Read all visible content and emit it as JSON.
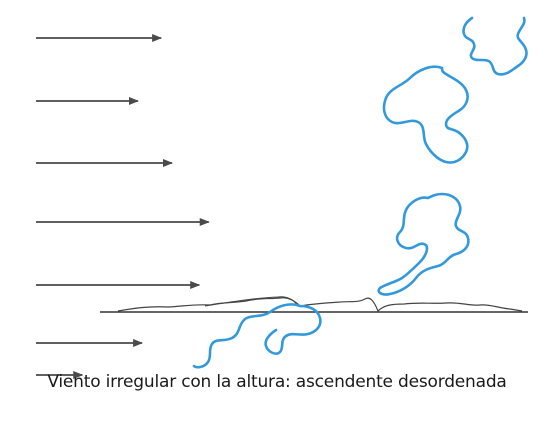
{
  "caption": "Viento irregular con la altura: ascendente desordenada",
  "colors": {
    "arrow": "#4a4a4a",
    "ground": "#333333",
    "terrain": "#444444",
    "turbulence": "#3399dd",
    "caption": "#1a1a1a"
  },
  "wind_arrows": [
    {
      "level": 1,
      "relative_speed": 0.92
    },
    {
      "level": 2,
      "relative_speed": 0.75
    },
    {
      "level": 3,
      "relative_speed": 1.0
    },
    {
      "level": 4,
      "relative_speed": 1.27
    },
    {
      "level": 5,
      "relative_speed": 1.2
    },
    {
      "level": 6,
      "relative_speed": 0.78
    },
    {
      "level": 7,
      "relative_speed": 0.34
    }
  ],
  "turbulence_eddies": [
    "eddy-top-small",
    "eddy-upper-large",
    "eddy-middle",
    "eddy-ground"
  ]
}
